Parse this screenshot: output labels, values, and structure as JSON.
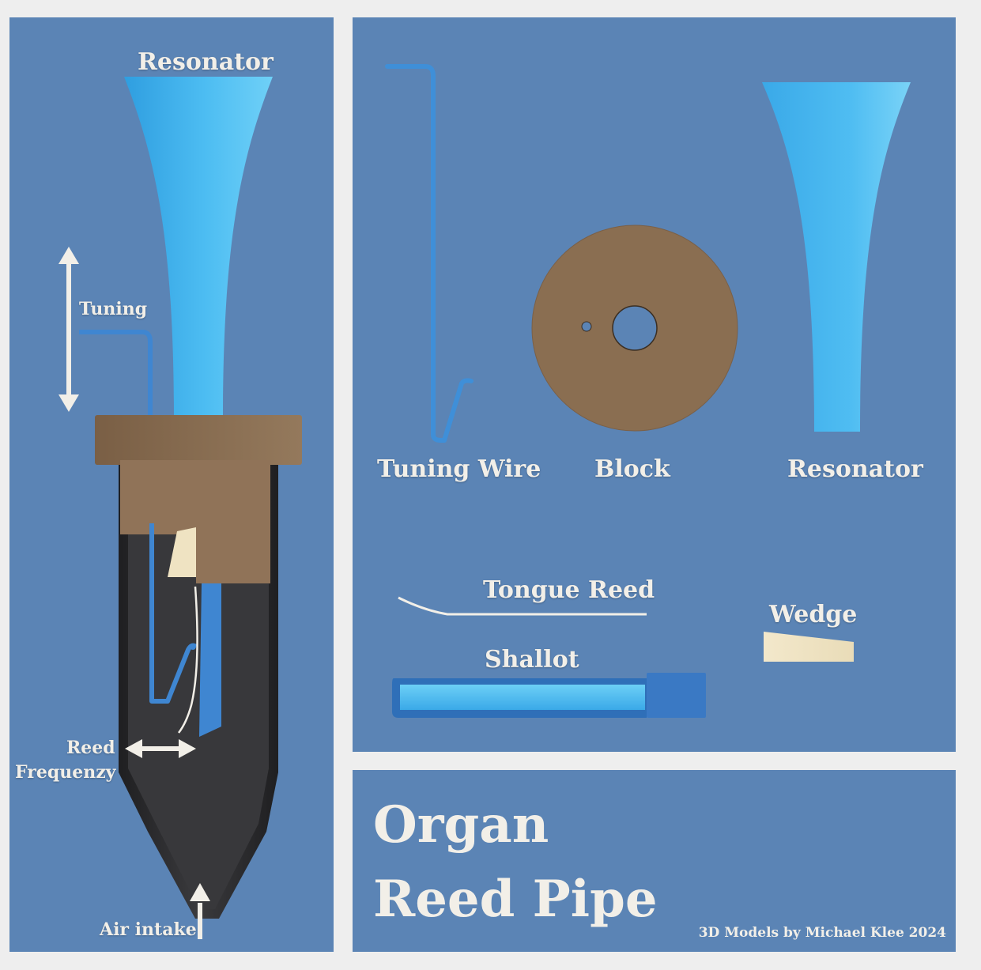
{
  "left_panel": {
    "resonator_label": "Resonator",
    "tuning_label": "Tuning",
    "reed_frequency_label_line1": "Reed",
    "reed_frequency_label_line2": "Frequenzy",
    "air_intake_label": "Air intake"
  },
  "parts_panel": {
    "tuning_wire_label": "Tuning Wire",
    "block_label": "Block",
    "resonator_label": "Resonator",
    "tongue_reed_label": "Tongue Reed",
    "wedge_label": "Wedge",
    "shallot_label": "Shallot"
  },
  "title_panel": {
    "title_line1": "Organ",
    "title_line2": "Reed Pipe",
    "credit": "3D Models by Michael Klee 2024"
  },
  "colors": {
    "panel_blue": "#5b84b5",
    "part_blue": "#4fb8ee",
    "block_brown": "#8a6e51",
    "wedge_cream": "#efe3c2",
    "boot_dark": "#2c2c2e",
    "label_white": "#f2efe8"
  }
}
